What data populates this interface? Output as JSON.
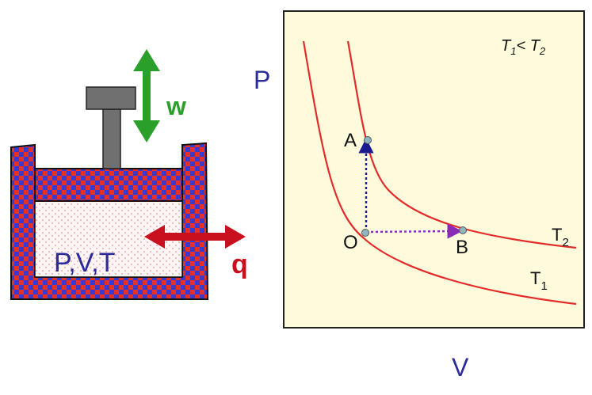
{
  "apparatus": {
    "contents_label": "P,V,T",
    "work_label": "w",
    "heat_label": "q"
  },
  "plot": {
    "y_axis_label": "P",
    "x_axis_label": "V",
    "condition": {
      "t1": "T",
      "t1_sub": "1",
      "relation": "< ",
      "t2": "T",
      "t2_sub": "2"
    },
    "curves": [
      {
        "label": "T",
        "sub": "2"
      },
      {
        "label": "T",
        "sub": "1"
      }
    ],
    "points": {
      "a": "A",
      "o": "O",
      "b": "B"
    }
  },
  "colors": {
    "wall_red": "#e8302a",
    "wall_blue": "#3a3acd",
    "rod_gray": "#707070",
    "work_green": "#2aa02a",
    "heat_red": "#c8101e",
    "label_blue": "#2b2b9a",
    "plot_bg": "#fdfbdc",
    "curve_red": "#e32b2b",
    "dotted_blue": "#1b1b8f",
    "dotted_purple": "#8a2ab8",
    "point_fill": "#8fb5c0"
  }
}
